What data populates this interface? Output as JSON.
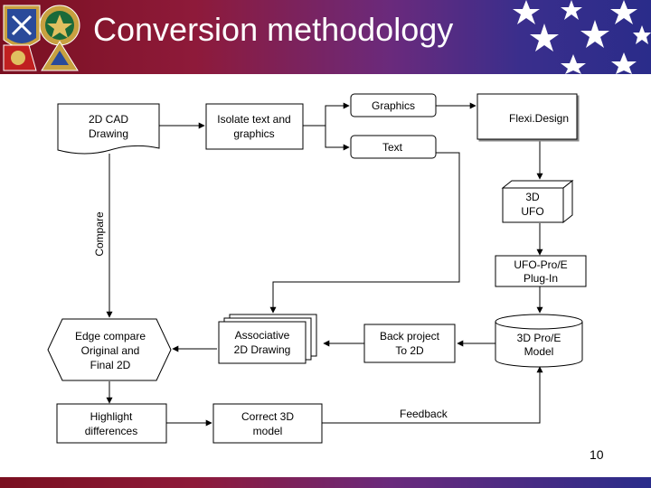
{
  "slide": {
    "title": "Conversion methodology",
    "page_number": "10"
  },
  "nodes": {
    "cad_drawing": [
      "2D CAD",
      "Drawing"
    ],
    "isolate": [
      "Isolate text and",
      "graphics"
    ],
    "graphics": [
      "Graphics"
    ],
    "text": [
      "Text"
    ],
    "flexidesign": [
      "Flexi.Design"
    ],
    "ufo": [
      "3D",
      "UFO"
    ],
    "plugin": [
      "UFO-Pro/E",
      "Plug-In"
    ],
    "proe_model": [
      "3D Pro/E",
      "Model"
    ],
    "back_project": [
      "Back project",
      "To 2D"
    ],
    "associative": [
      "Associative",
      "2D Drawing"
    ],
    "edge_compare": [
      "Edge compare",
      "Original and",
      "Final 2D"
    ],
    "highlight": [
      "Highlight",
      "differences"
    ],
    "correct": [
      "Correct 3D",
      "model"
    ]
  },
  "labels": {
    "compare": "Compare",
    "feedback": "Feedback"
  },
  "colors": {
    "header_left": "#7a1020",
    "header_right": "#2a2c8a",
    "box_stroke": "#000000",
    "box_fill": "#ffffff"
  }
}
